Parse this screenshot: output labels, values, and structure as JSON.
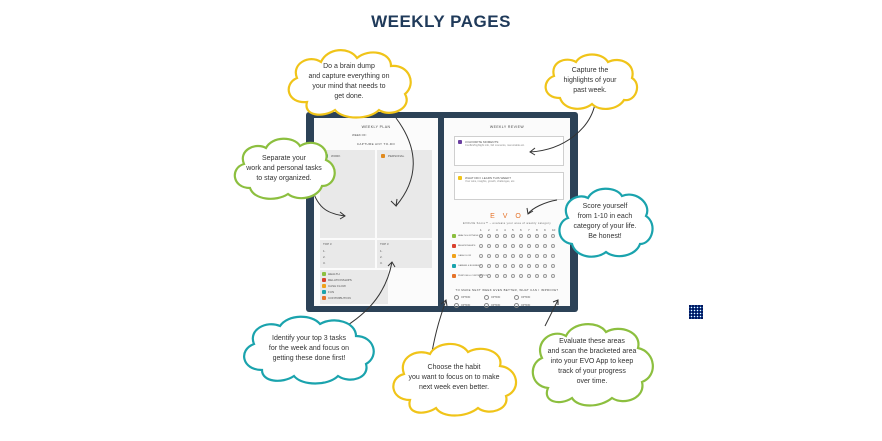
{
  "title": "WEEKLY PAGES",
  "colors": {
    "title": "#1f3a5a",
    "yellow_cloud": "#f0c419",
    "green_cloud": "#8cbf3f",
    "teal_cloud": "#1aa3ad",
    "planner_frame": "#2c4257"
  },
  "left_page": {
    "heading": "WEEKLY PLAN",
    "week_of": "WEEK OF:",
    "capture": "CAPTURE ANY TO-DO",
    "work": "WORK",
    "personal": "PERSONAL",
    "top3_a": "TOP 3",
    "top3_b": "TOP 3",
    "numbers": [
      "1.",
      "2.",
      "3."
    ],
    "habits": [
      "HEALTH",
      "RELATIONSHIPS",
      "CASH FLOW",
      "FUN",
      "CONTRIBUTION"
    ]
  },
  "right_page": {
    "heading": "WEEKLY REVIEW",
    "review1_title": "3 FAVORITE MOMENTS:",
    "review1_sub": "Conflict/highlight info, 3rd moments, memorable etc.",
    "review2_title": "WHAT DID I LEARN THIS WEEK?",
    "review2_sub": "Your wins, insights, growth, challenges, etc.",
    "evo_title": "E V O",
    "evo_sub": "EVOLVE Score™ – evaluate your area of weekly category",
    "scale": [
      "1",
      "2",
      "3",
      "4",
      "5",
      "6",
      "7",
      "8",
      "9",
      "10"
    ],
    "rows": [
      "HEALTH & FITNESS",
      "RELATIONSHIPS",
      "CASH FLOW",
      "CAREER & BUSINESS",
      "PURPOSE & CONTRIBUTION"
    ],
    "habit_q": "TO MAKE NEXT WEEK EVEN BETTER, WHAT CAN I IMPROVE?",
    "habit_opts": [
      "OPTION",
      "OPTION",
      "OPTION",
      "OPTION",
      "OPTION",
      "OPTION"
    ]
  },
  "callouts": {
    "brain_dump": [
      "Do a brain dump",
      "and capture everything on",
      "your mind that needs to",
      "get done."
    ],
    "highlights": [
      "Capture the",
      "highlights of your",
      "past week."
    ],
    "separate": [
      "Separate your",
      "work and personal tasks",
      "to stay organized."
    ],
    "score": [
      "Score yourself",
      "from 1-10 in each",
      "category of your life.",
      "Be honest!"
    ],
    "top3": [
      "Identify your top 3 tasks",
      "for the week and focus on",
      "getting these done first!"
    ],
    "habit": [
      "Choose the habit",
      "you want to focus on to make",
      "next week even better."
    ],
    "evaluate": [
      "Evaluate these areas",
      "and scan the bracketed area",
      "into your EVO App to keep",
      "track of your progress",
      "over time."
    ]
  }
}
